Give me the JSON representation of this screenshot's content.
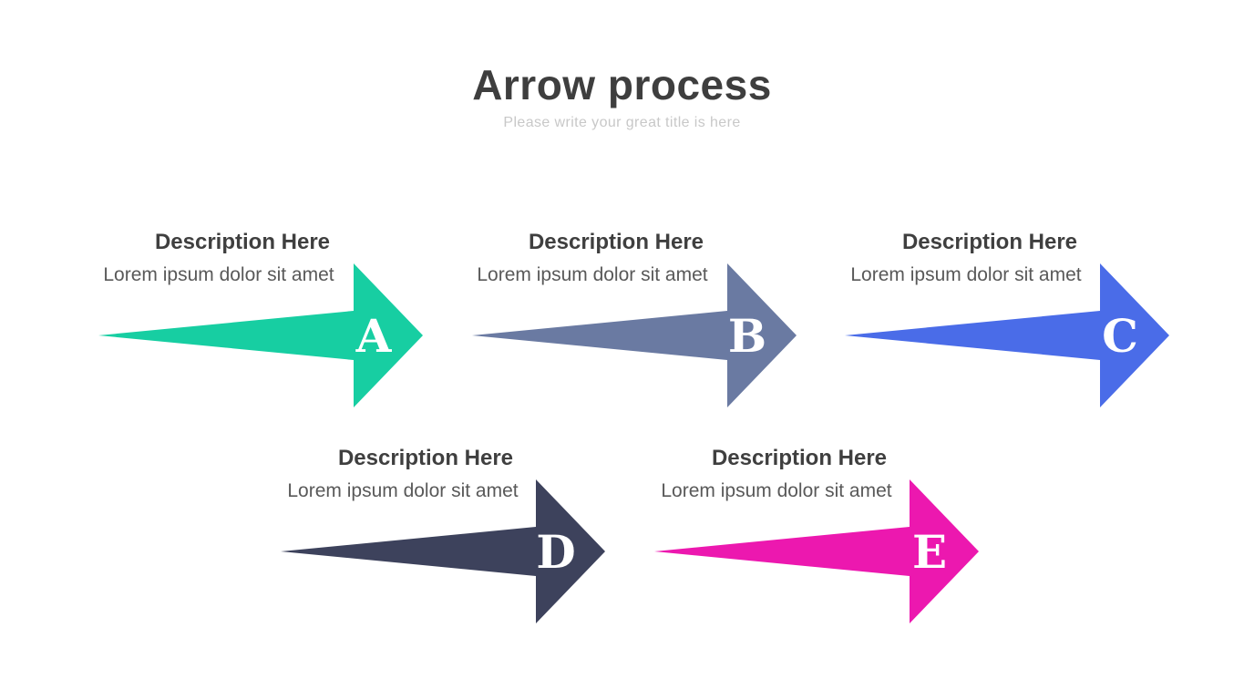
{
  "slide": {
    "title": "Arrow process",
    "subtitle": "Please write your great title is here"
  },
  "items": [
    {
      "letter": "A",
      "title": "Description Here",
      "body": "Lorem ipsum dolor sit amet",
      "color": "#17cea2"
    },
    {
      "letter": "B",
      "title": "Description Here",
      "body": "Lorem ipsum dolor sit amet",
      "color": "#6a7aa2"
    },
    {
      "letter": "C",
      "title": "Description Here",
      "body": "Lorem ipsum dolor sit amet",
      "color": "#4a6ce8"
    },
    {
      "letter": "D",
      "title": "Description Here",
      "body": "Lorem ipsum dolor sit amet",
      "color": "#3d425c"
    },
    {
      "letter": "E",
      "title": "Description Here",
      "body": "Lorem ipsum dolor sit amet",
      "color": "#ec18af"
    }
  ],
  "colors": {
    "background": "#ffffff",
    "title_text": "#3e3e3e",
    "subtitle_text": "#c8c8c8",
    "item_title_text": "#3f3f3f",
    "item_body_text": "#595959",
    "arrow_letter": "#ffffff"
  }
}
